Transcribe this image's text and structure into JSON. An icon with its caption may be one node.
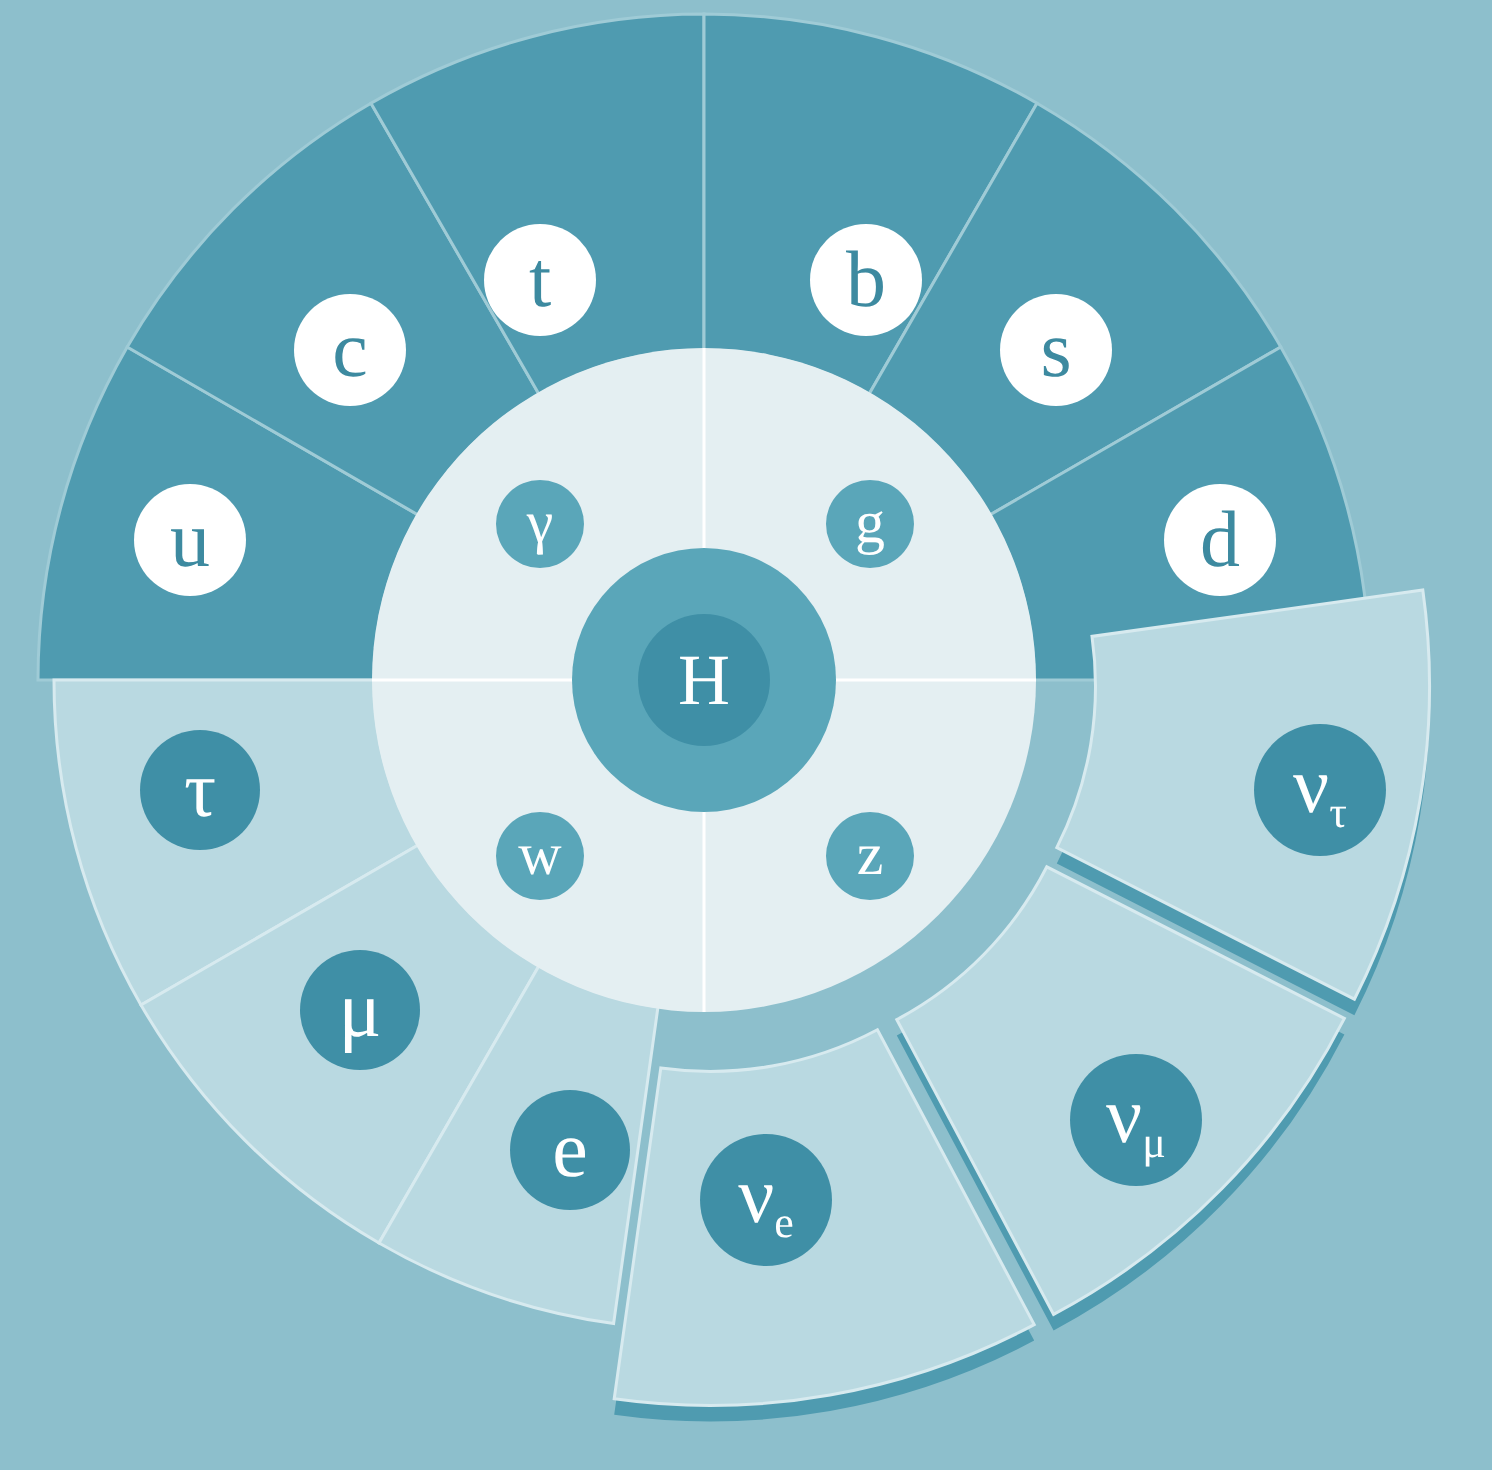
{
  "diagram": {
    "nodes": [
      {
        "text": [
          "t"
        ]
      },
      {
        "text": [
          "b"
        ]
      },
      {
        "text": [
          "c"
        ]
      },
      {
        "text": [
          "s"
        ]
      },
      {
        "text": [
          "γ"
        ]
      },
      {
        "text": [
          "g"
        ]
      },
      {
        "text": [
          "u"
        ]
      },
      {
        "text": [
          "d"
        ]
      },
      {
        "text": [
          "H"
        ]
      },
      {
        "text": [
          "τ"
        ]
      },
      {
        "text": [
          "ν$_{τ}$"
        ]
      },
      {
        "text": [
          "w"
        ]
      },
      {
        "text": [
          "z"
        ]
      },
      {
        "text": [
          "μ"
        ]
      },
      {
        "text": [
          "ν$_{μ}$"
        ]
      },
      {
        "text": [
          "e"
        ]
      },
      {
        "text": [
          "ν$_{e}$"
        ]
      }
    ]
  }
}
